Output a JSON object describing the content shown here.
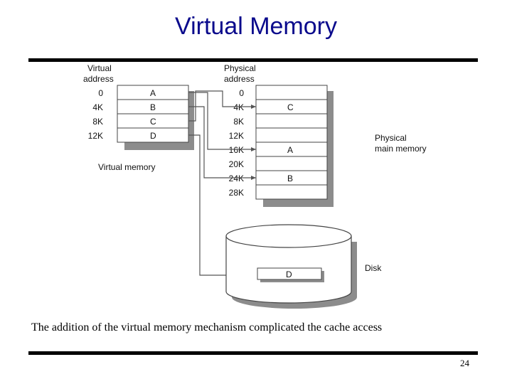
{
  "slide": {
    "title": "Virtual Memory",
    "caption": "The addition of the virtual memory mechanism complicated the cache access",
    "page_number": "24"
  },
  "diagram": {
    "virtual_header": [
      "Virtual",
      "address"
    ],
    "virtual_addresses": [
      "0",
      "4K",
      "8K",
      "12K"
    ],
    "virtual_pages": [
      "A",
      "B",
      "C",
      "D"
    ],
    "virtual_label": "Virtual memory",
    "physical_header": [
      "Physical",
      "address"
    ],
    "physical_addresses": [
      "0",
      "4K",
      "8K",
      "12K",
      "16K",
      "20K",
      "24K",
      "28K"
    ],
    "physical_pages": [
      "",
      "C",
      "",
      "",
      "A",
      "",
      "B",
      ""
    ],
    "physical_label": [
      "Physical",
      "main memory"
    ],
    "disk_label": "Disk",
    "disk_page": "D"
  }
}
